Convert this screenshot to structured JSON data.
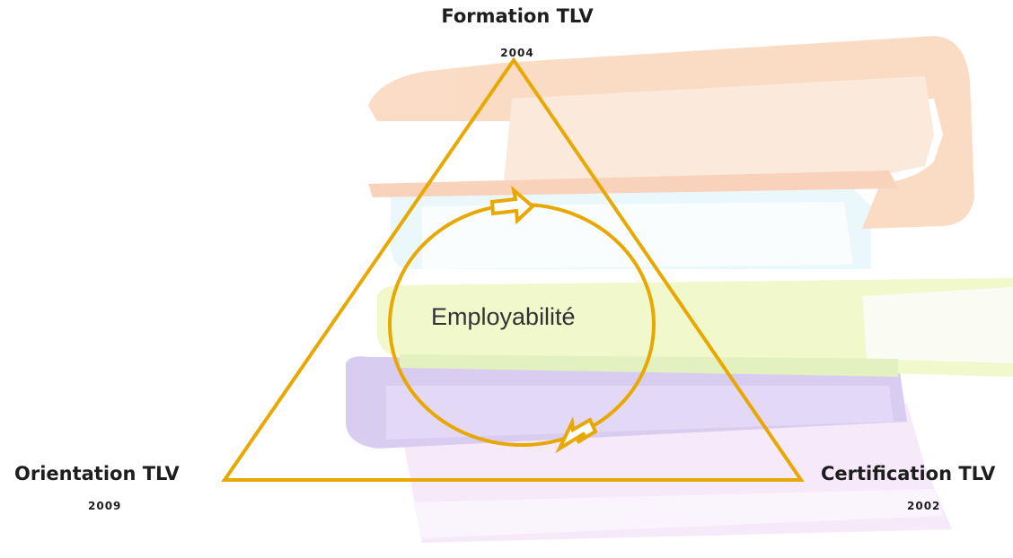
{
  "diagram": {
    "center_label": "Employabilité",
    "nodes": {
      "top": {
        "title": "Formation TLV",
        "year": "2004"
      },
      "left": {
        "title": "Orientation TLV",
        "year": "2009"
      },
      "right": {
        "title": "Certification TLV",
        "year": "2002"
      }
    }
  },
  "colors": {
    "accent": "#e8a800",
    "text": "#1e1e1e"
  },
  "background": "faded-stack-of-books-illustration"
}
